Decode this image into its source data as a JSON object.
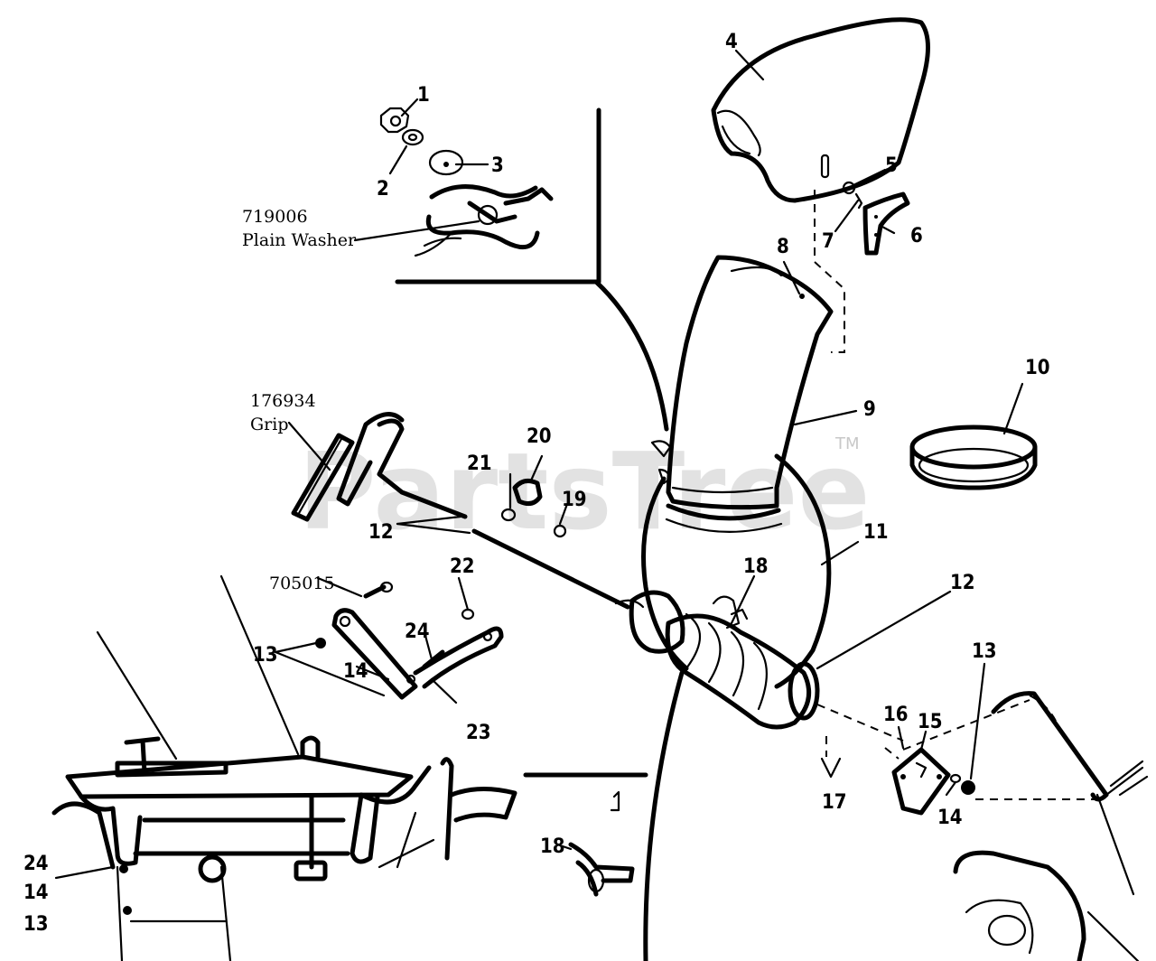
{
  "watermark": {
    "text": "PartsTree",
    "tm": "TM"
  },
  "callouts": {
    "c1": "1",
    "c2": "2",
    "c3": "3",
    "c4": "4",
    "c5": "5",
    "c6": "6",
    "c7": "7",
    "c8": "8",
    "c9": "9",
    "c10": "10",
    "c11": "11",
    "c12_left": "12",
    "c12_right": "12",
    "c13_left": "13",
    "c13_right": "13",
    "c13_bottom": "13",
    "c14_mid": "14",
    "c14_right": "14",
    "c14_bottom": "14",
    "c15": "15",
    "c16": "16",
    "c17": "17",
    "c18_upper": "18",
    "c18_lower": "18",
    "c19": "19",
    "c20": "20",
    "c21": "21",
    "c22": "22",
    "c23": "23",
    "c24_mid": "24",
    "c24_bottom": "24"
  },
  "part_notes": {
    "washer_number": "719006",
    "washer_name": "Plain Washer",
    "grip_number": "176934",
    "grip_name": "Grip",
    "bolt_number": "705015"
  }
}
